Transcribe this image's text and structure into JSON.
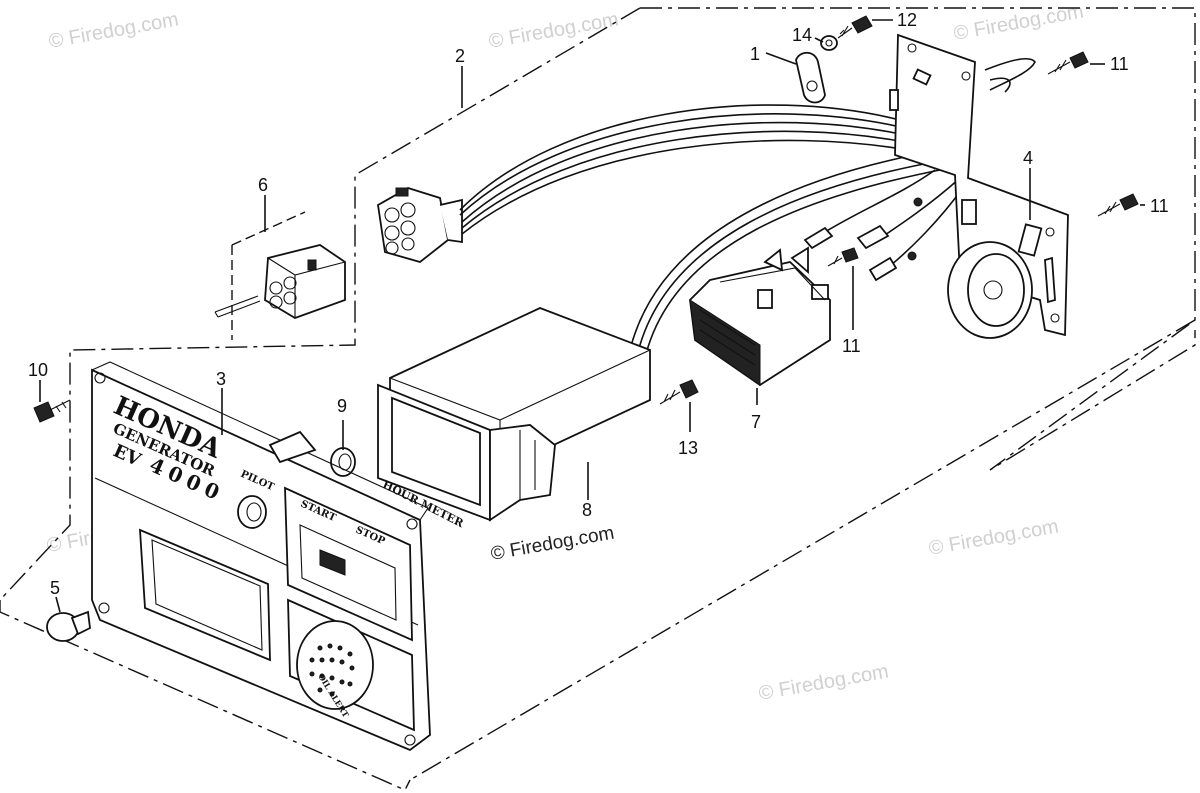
{
  "watermarks": [
    "© Firedog.com",
    "© Firedog.com",
    "© Firedog.com",
    "© Firedog.com",
    "© Firedog.com",
    "© Firedog.com"
  ],
  "center_watermark": "© Firedog.com",
  "panel_brand": "HONDA",
  "panel_subtitle": "GENERATOR",
  "panel_model_prefix": "EV",
  "panel_model": "4000",
  "pilot_label": "PILOT",
  "start_label": "START",
  "stop_label": "STOP",
  "oil_alert_label": "OIL ALERT",
  "meter_label": "HOUR METER",
  "callouts": {
    "c1": "1",
    "c2": "2",
    "c3": "3",
    "c4": "4",
    "c5": "5",
    "c6": "6",
    "c7": "7",
    "c8": "8",
    "c9": "9",
    "c10": "10",
    "c11a": "11",
    "c11b": "11",
    "c11c": "11",
    "c12": "12",
    "c13": "13",
    "c14": "14"
  }
}
